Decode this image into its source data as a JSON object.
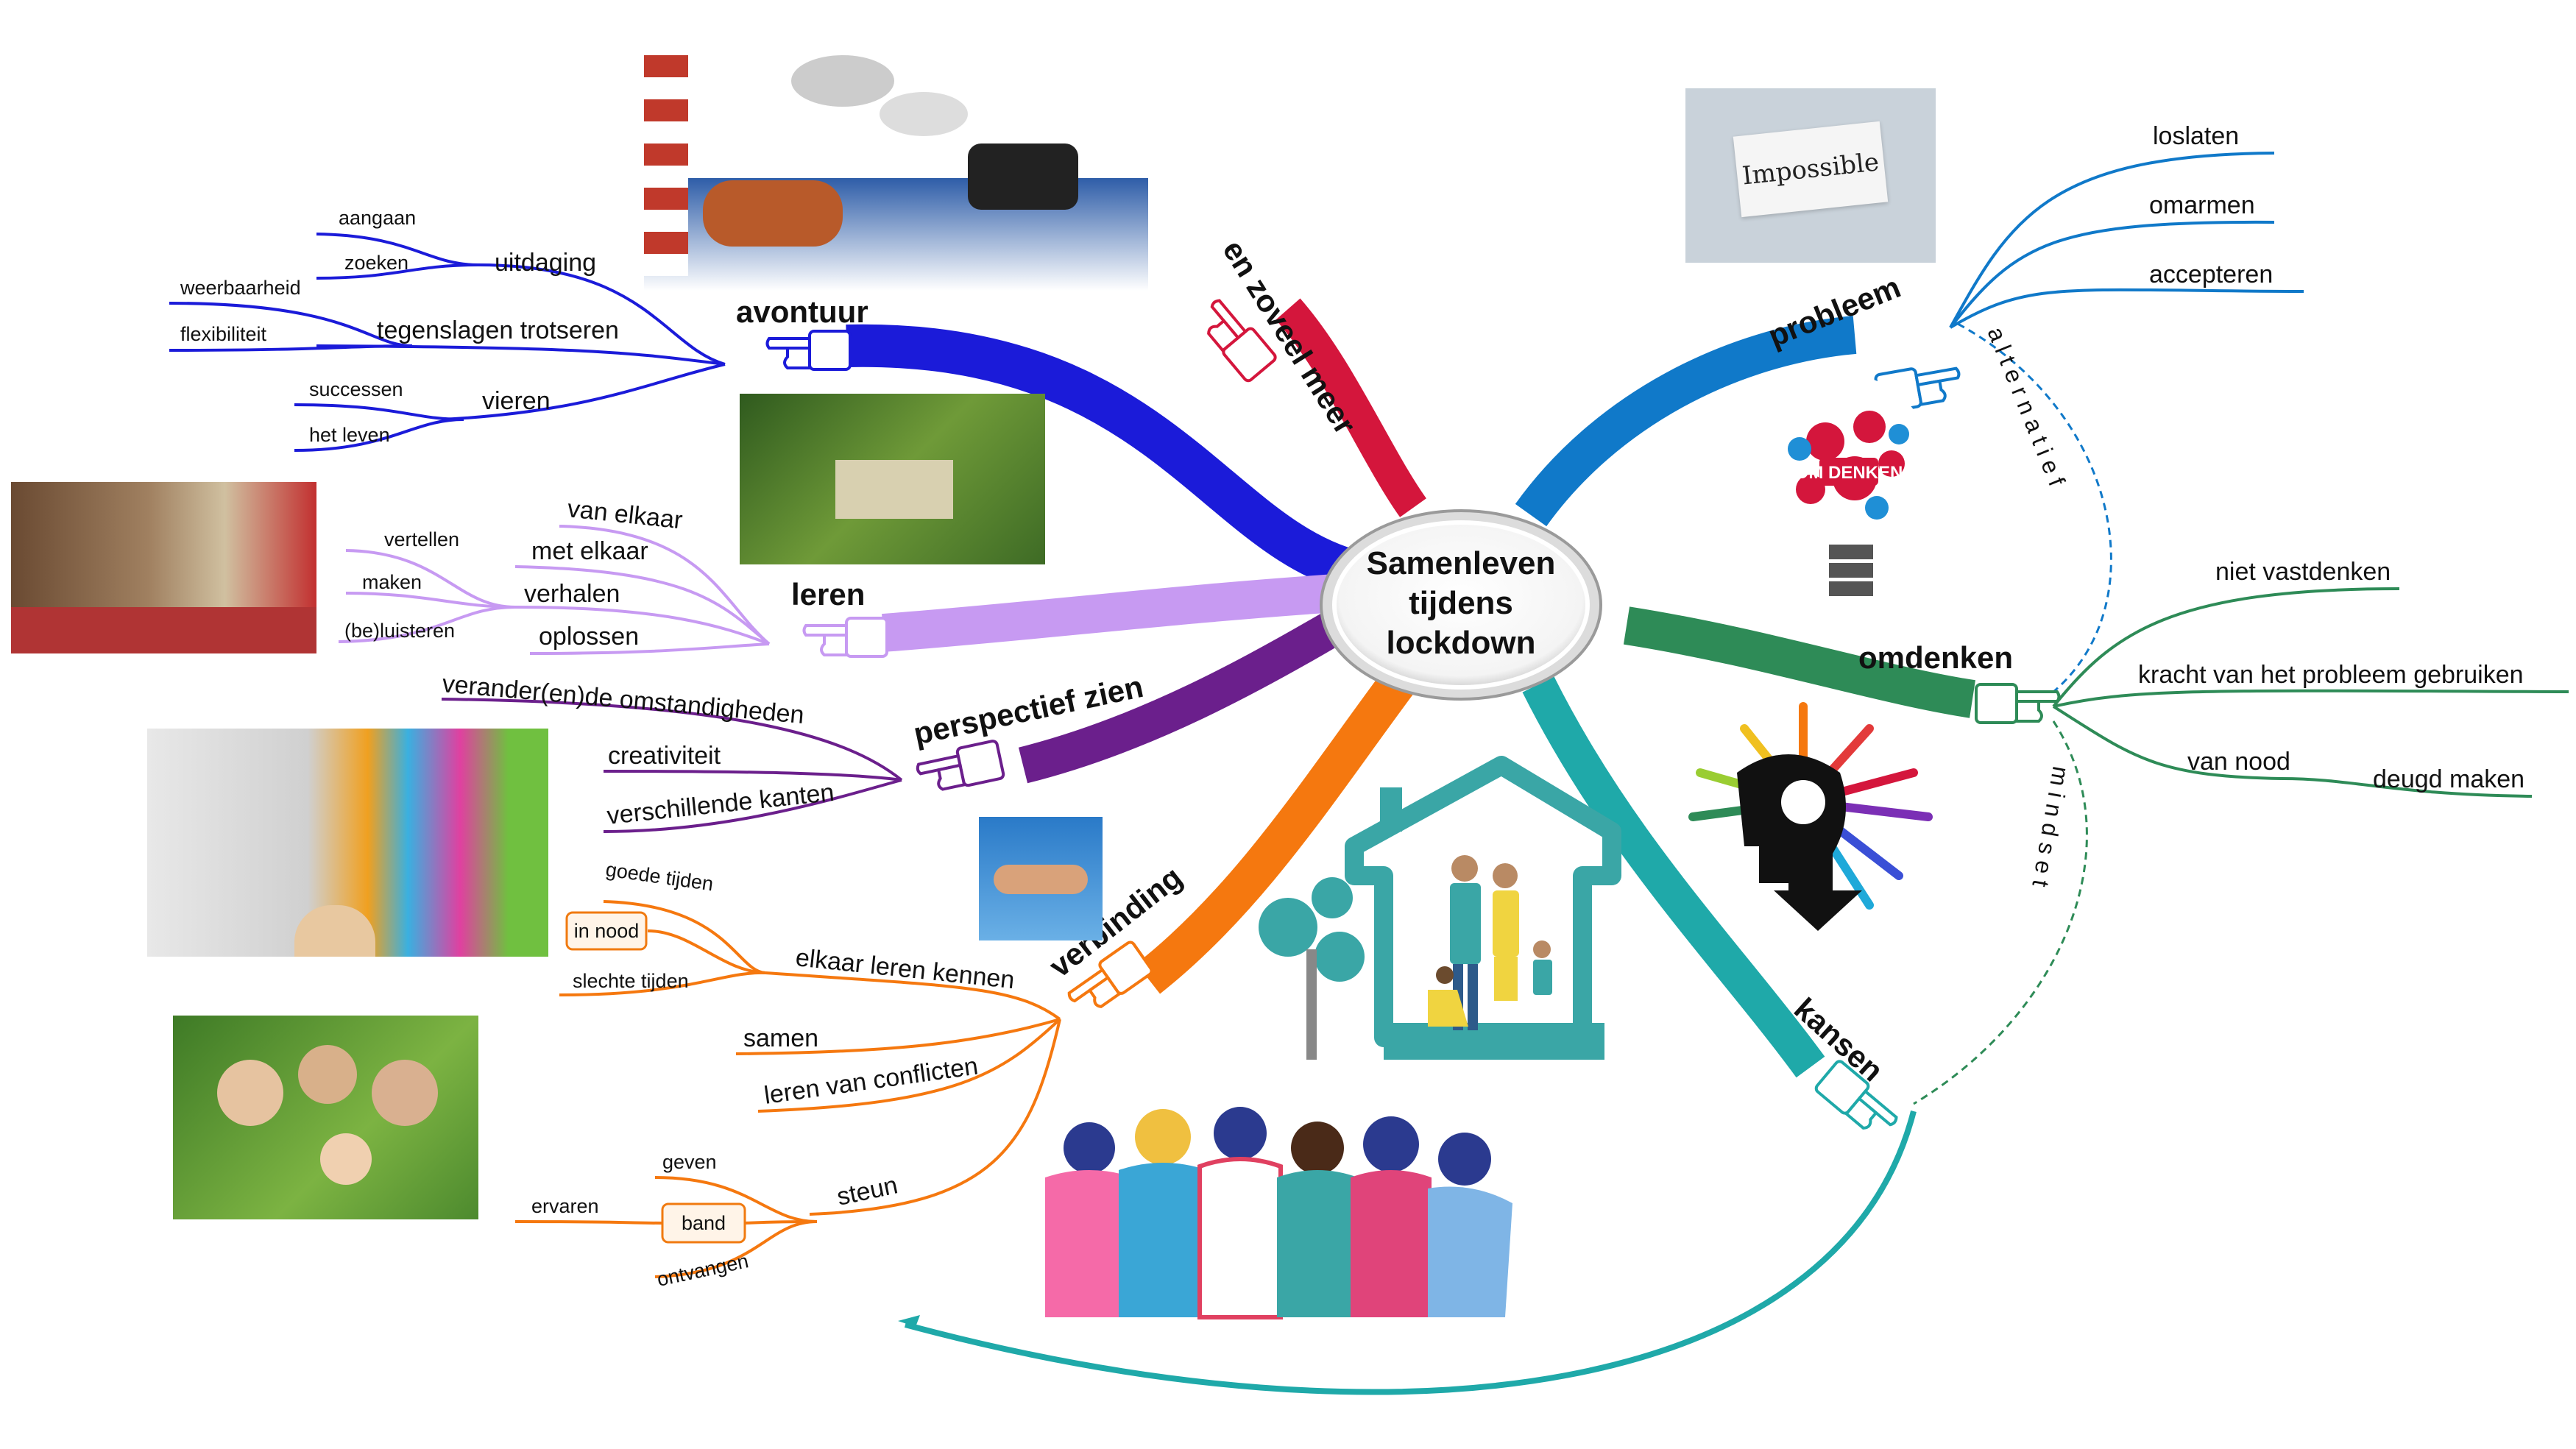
{
  "central_topic": {
    "line1": "Samenleven",
    "line2": "tijdens",
    "line3": "lockdown"
  },
  "colors": {
    "avontuur": "#1b1bd9",
    "leren": "#c79af2",
    "perspectief": "#6b1f8c",
    "verbinding": "#f5780f",
    "zoveel": "#d4163c",
    "probleem": "#1079c9",
    "omdenken": "#2e8b57",
    "kansen": "#1fa9a9"
  },
  "branches": {
    "avontuur": {
      "label": "avontuur",
      "items": {
        "uitdaging": "uitdaging",
        "aangaan": "aangaan",
        "zoeken": "zoeken",
        "tegenslagen": "tegenslagen trotseren",
        "weerbaarheid": "weerbaarheid",
        "flexibiliteit": "flexibiliteit",
        "vieren": "vieren",
        "successen": "successen",
        "het_leven": "het leven"
      }
    },
    "leren": {
      "label": "leren",
      "items": {
        "van_elkaar": "van elkaar",
        "met_elkaar": "met elkaar",
        "verhalen": "verhalen",
        "vertellen": "vertellen",
        "maken": "maken",
        "beluisteren": "(be)luisteren",
        "oplossen": "oplossen"
      }
    },
    "perspectief": {
      "label": "perspectief zien",
      "items": {
        "omstandigheden": "verander(en)de omstandigheden",
        "creativiteit": "creativiteit",
        "kanten": "verschillende kanten"
      }
    },
    "verbinding": {
      "label": "verbinding",
      "items": {
        "leren_kennen": "elkaar leren kennen",
        "goede_tijden": "goede tijden",
        "in_nood": "in nood",
        "slechte_tijden": "slechte tijden",
        "samen": "samen",
        "conflicten": "leren van conflicten",
        "steun": "steun",
        "geven": "geven",
        "band": "band",
        "ervaren": "ervaren",
        "ontvangen": "ontvangen"
      }
    },
    "zoveel": {
      "label": "en zoveel meer"
    },
    "probleem": {
      "label": "probleem",
      "items": {
        "loslaten": "loslaten",
        "omarmen": "omarmen",
        "accepteren": "accepteren"
      }
    },
    "omdenken": {
      "label": "omdenken",
      "items": {
        "niet_vastdenken": "niet vastdenken",
        "kracht": "kracht van het probleem gebruiken",
        "van_nood": "van nood",
        "deugd": "deugd maken"
      }
    },
    "kansen": {
      "label": "kansen"
    }
  },
  "connectors": {
    "alternatief": "a l t e r n a t i e f",
    "mindset": "m i n d s e t"
  },
  "images": {
    "impossible_card": "Impossible",
    "omdenken_bulb": "OM DENKEN"
  }
}
